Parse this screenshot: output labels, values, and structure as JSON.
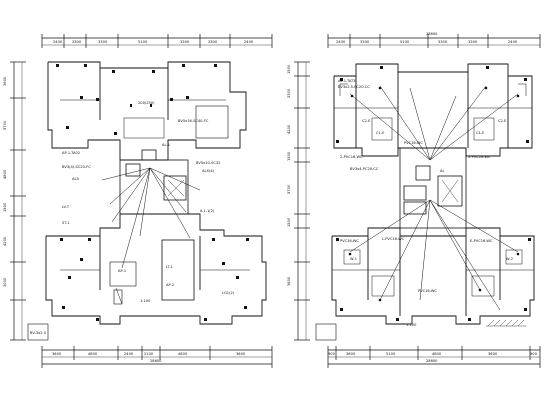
{
  "plans": [
    {
      "id": "left",
      "top_dims": [
        "2400",
        "2300",
        "3300",
        "5100",
        "3300",
        "2300",
        "2400"
      ],
      "top_total": "",
      "bottom_dims": [
        "3600",
        "4800",
        "2400",
        "2100",
        "4800",
        "3600"
      ],
      "bottom_total": "28600",
      "left_dims": [
        "3600",
        "5700",
        "4800",
        "1500",
        "4200",
        "3000"
      ],
      "labels": {
        "room_top": "200(250)",
        "note_a": "AP-1-TA02",
        "note_b": "BV3(4)-SC20-FC",
        "note_c": "AL-1",
        "note_d": "BV5x10-SC32",
        "box_right": "ALX(4)",
        "box_small": "A.1.1(2)",
        "note_e": "AL3",
        "note_f": "LV-T",
        "note_g": "ST-1",
        "note_h": "BV5x16-SC40-FC",
        "note_i": "AP-1",
        "note_j": "LT-1",
        "note_k": "AP-2",
        "note_l": "1:100",
        "note_m": "LG1(2)",
        "note_n": "BV-3x2.5"
      }
    },
    {
      "id": "right",
      "top_dims": [
        "2400",
        "3300",
        "5100",
        "3300",
        "3300",
        "2400"
      ],
      "top_total": "28600",
      "bottom_dims": [
        "900",
        "3600",
        "5100",
        "4800",
        "3600",
        "900"
      ],
      "bottom_total": "28600",
      "left_dims": [
        "1500",
        "3300",
        "4200",
        "1500",
        "5700",
        "1500",
        "3600"
      ],
      "labels": {
        "note_a": "AL-1-TAT3",
        "note_b": "BV3x2.5-PC20-CC",
        "rooms": [
          "C2-E",
          "C1-E",
          "C2-E",
          "C1-E",
          "W-1",
          "W-2"
        ],
        "note_c": "2-PVC16-WC",
        "note_d": "PVC16-WC",
        "note_e": "2-PVC16-WC",
        "note_f": "PVC16-WC",
        "note_g": "L-PVC16-WC",
        "note_h": "E-PVC16-WC",
        "note_i": "AL",
        "note_j": "1:100",
        "note_k": "BV3x4-PC20-CC",
        "note_l": "PVC16-WC"
      }
    }
  ]
}
